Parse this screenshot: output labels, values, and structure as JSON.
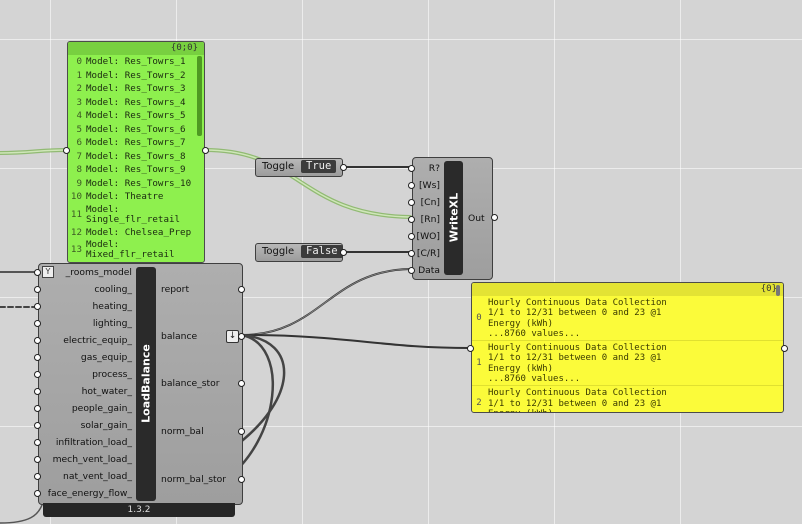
{
  "canvas": {
    "background": "#d4d4d4"
  },
  "green_panel": {
    "header": "{0;0}",
    "rows": [
      {
        "index": "0",
        "text": "Model: Res_Towrs_1"
      },
      {
        "index": "1",
        "text": "Model: Res_Towrs_2"
      },
      {
        "index": "2",
        "text": "Model: Res_Towrs_3"
      },
      {
        "index": "3",
        "text": "Model: Res_Towrs_4"
      },
      {
        "index": "4",
        "text": "Model: Res_Towrs_5"
      },
      {
        "index": "5",
        "text": "Model: Res_Towrs_6"
      },
      {
        "index": "6",
        "text": "Model: Res_Towrs_7"
      },
      {
        "index": "7",
        "text": "Model: Res_Towrs_8"
      },
      {
        "index": "8",
        "text": "Model: Res_Towrs_9"
      },
      {
        "index": "9",
        "text": "Model: Res_Towrs_10"
      },
      {
        "index": "10",
        "text": "Model: Theatre"
      },
      {
        "index": "11",
        "text": "Model: Single_flr_retail"
      },
      {
        "index": "12",
        "text": "Model: Chelsea_Prep"
      },
      {
        "index": "13",
        "text": "Model: Mixed_flr_retail"
      }
    ]
  },
  "toggles": [
    {
      "label": "Toggle",
      "value": "True"
    },
    {
      "label": "Toggle",
      "value": "False"
    }
  ],
  "writexl": {
    "name": "WriteXL",
    "inputs": [
      "R?",
      "[Ws]",
      "[Cn]",
      "[Rn]",
      "[WO]",
      "[C/R]",
      "Data"
    ],
    "output": "Out"
  },
  "loadbalance": {
    "name": "LoadBalance",
    "inputs": [
      "_rooms_model",
      "cooling_",
      "heating_",
      "lighting_",
      "electric_equip_",
      "gas_equip_",
      "process_",
      "hot_water_",
      "people_gain_",
      "solar_gain_",
      "infiltration_load_",
      "mech_vent_load_",
      "nat_vent_load_",
      "face_energy_flow_"
    ],
    "outputs": [
      "report",
      "balance",
      "balance_stor",
      "norm_bal",
      "norm_bal_stor"
    ],
    "version": "1.3.2"
  },
  "yellow_panel": {
    "header": "{0}",
    "rows": [
      {
        "index": "0",
        "lines": [
          "Hourly Continuous Data Collection",
          "1/1 to 12/31 between 0 and 23 @1",
          "Energy (kWh)",
          "...8760 values..."
        ]
      },
      {
        "index": "1",
        "lines": [
          "Hourly Continuous Data Collection",
          "1/1 to 12/31 between 0 and 23 @1",
          "Energy (kWh)",
          "...8760 values..."
        ]
      },
      {
        "index": "2",
        "lines": [
          "Hourly Continuous Data Collection",
          "1/1 to 12/31 between 0 and 23 @1",
          "Energy (kWh)"
        ]
      }
    ]
  }
}
